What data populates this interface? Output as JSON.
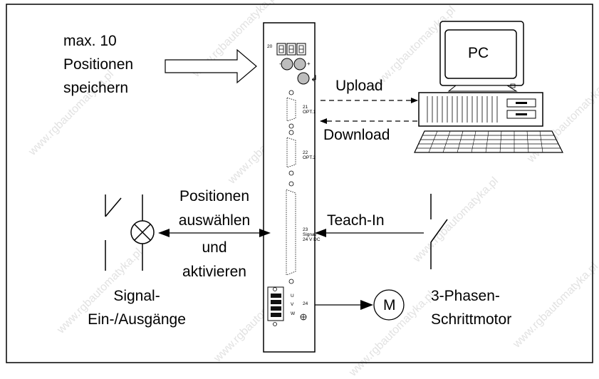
{
  "watermark": "www.rgbautomatyka.pl",
  "left_labels": {
    "store_line1": "max.  10",
    "store_line2": "Positionen",
    "store_line3": "speichern",
    "select_line1": "Positionen",
    "select_line2": "auswählen",
    "select_line3": "und",
    "select_line4": "aktivieren",
    "signal_line1": "Signal-",
    "signal_line2": "Ein-/Ausgänge"
  },
  "right_labels": {
    "pc": "PC",
    "upload": "Upload",
    "download": "Download",
    "teach_in": "Teach-In",
    "motor_symbol": "M",
    "motor_line1": "3-Phasen-",
    "motor_line2": "Schrittmotor"
  },
  "device": {
    "display_number": "20",
    "display_digits": "888",
    "minus": "-",
    "plus": "+",
    "enter": "↲",
    "port21_num": "21",
    "port21_name": "OPT.1",
    "port22_num": "22",
    "port22_name": "OPT.2",
    "port23_num": "23",
    "port23_line1": "Signal/",
    "port23_line2": "24 V DC",
    "terminal_num": "24",
    "terminal_u": "U",
    "terminal_v": "V",
    "terminal_w": "W"
  }
}
